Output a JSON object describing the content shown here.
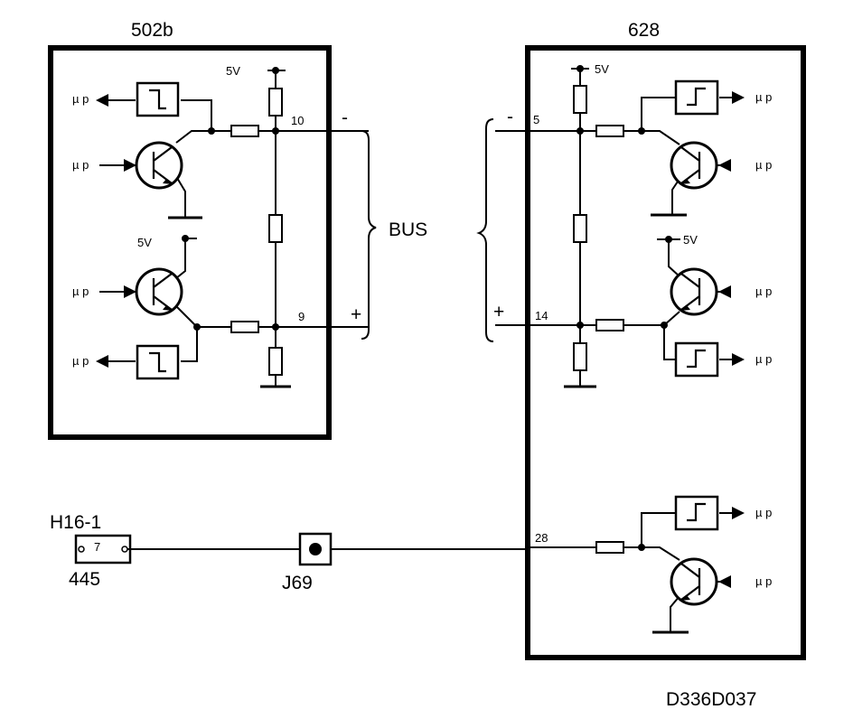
{
  "modules": {
    "left": {
      "title": "502b"
    },
    "right": {
      "title": "628"
    }
  },
  "labels": {
    "bus": "BUS",
    "supply_5v": "5V",
    "mu_p": "µ p",
    "minus": "-",
    "plus": "+",
    "drawing_id": "D336D037"
  },
  "pins": {
    "left_bus_minus": "10",
    "left_bus_plus": "9",
    "right_bus_minus": "5",
    "right_bus_plus": "14",
    "right_line": "28",
    "connector_pin": "7"
  },
  "connectors": {
    "h16": {
      "name": "H16-1",
      "code": "445"
    },
    "j69": {
      "name": "J69"
    }
  }
}
